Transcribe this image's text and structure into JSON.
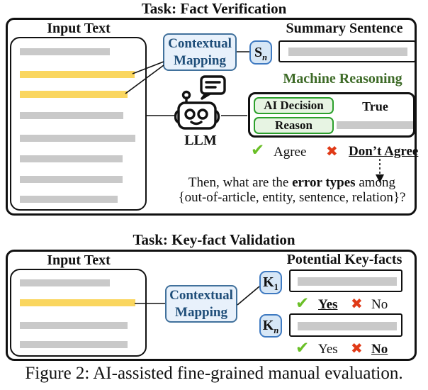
{
  "colors": {
    "highlight_yellow": "#FAD65F",
    "bar_gray": "#C9C9C9",
    "blue_fill": "#E8F1FB",
    "blue_border": "#41719C",
    "blue_text": "#1F4E79",
    "chip_fill": "#D7E7F6",
    "chip_border": "#3F7AC1",
    "green_fill": "#E7F4E3",
    "green_border": "#2CA02C",
    "green_heading": "#3E6B28",
    "check_green": "#6ABF27",
    "cross_red": "#E03A17"
  },
  "icons": {
    "check": "✔",
    "cross": "✖"
  },
  "fact_verification": {
    "title": "Task: Fact Verification",
    "input_text_label": "Input Text",
    "mapping_line1": "Contextual",
    "mapping_line2": "Mapping",
    "s_base": "S",
    "s_sub": "n",
    "summary_label": "Summary Sentence",
    "llm_label": "LLM",
    "reasoning_label": "Machine Reasoning",
    "ai_decision_label": "AI Decision",
    "decision_value": "True",
    "reason_label": "Reason",
    "agree_label": "Agree",
    "dont_agree_label": "Don’t Agree",
    "followup_pre": "Then, what are the ",
    "followup_bold": "error types",
    "followup_post": " among",
    "followup_line2": "{out-of-article, entity, sentence, relation}?"
  },
  "key_fact_validation": {
    "title": "Task: Key-fact Validation",
    "input_text_label": "Input Text",
    "mapping_line1": "Contextual",
    "mapping_line2": "Mapping",
    "potential_label": "Potential Key-facts",
    "k1_base": "K",
    "k1_sub": "1",
    "kn_base": "K",
    "kn_sub": "n",
    "row1_yes": "Yes",
    "row1_no": "No",
    "row2_yes": "Yes",
    "row2_no": "No"
  },
  "caption": "Figure 2: AI-assisted fine-grained manual evaluation."
}
